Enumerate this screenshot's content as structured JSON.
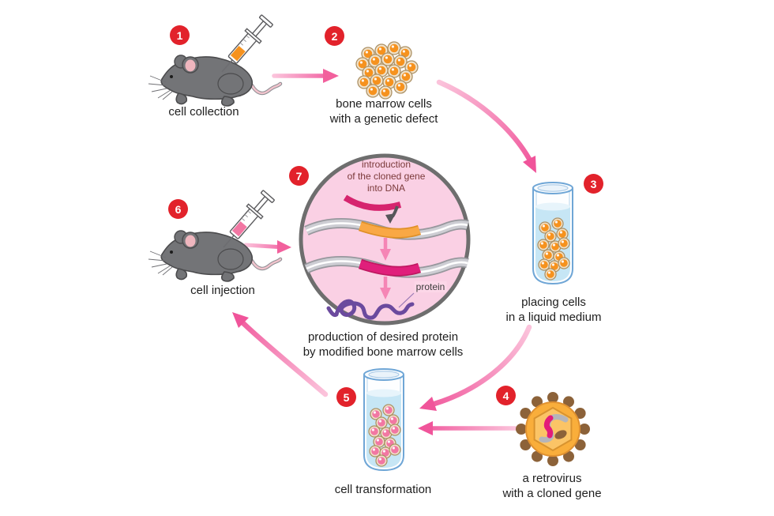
{
  "steps": [
    {
      "number": "1",
      "label": "cell collection"
    },
    {
      "number": "2",
      "label": "bone marrow cells\nwith a genetic defect"
    },
    {
      "number": "3",
      "label": "placing cells\nin a liquid medium"
    },
    {
      "number": "4",
      "label": "a retrovirus\nwith a cloned gene"
    },
    {
      "number": "5",
      "label": "cell transformation"
    },
    {
      "number": "6",
      "label": "cell injection"
    },
    {
      "number": "7",
      "label": "production of desired protein\nby modified bone marrow cells"
    }
  ],
  "annotations": {
    "intro": "introduction\nof the cloned gene\ninto DNA",
    "protein": "protein"
  },
  "colors": {
    "badge_red": "#e2222b",
    "label_color": "#1e1e1e",
    "maroon_text": "#7b3a3a",
    "arrow_pink": "#f585b5",
    "circle_fill": "#fad0e4",
    "circle_border": "#6e6e6e",
    "mouse_grey": "#737477",
    "cell_orange": "#f6921e",
    "cell_pink": "#f277a3",
    "gene_orange": "#f9a845",
    "dna_magenta": "#e01f7b",
    "cloned_gene_pink": "#d6246e",
    "protein_purple": "#6b4a9e",
    "virus_body": "#f9ae3b",
    "virus_brown": "#8c6239",
    "tube_blue": "#6fa6d6",
    "liquid_blue": "#c6e6f5"
  }
}
